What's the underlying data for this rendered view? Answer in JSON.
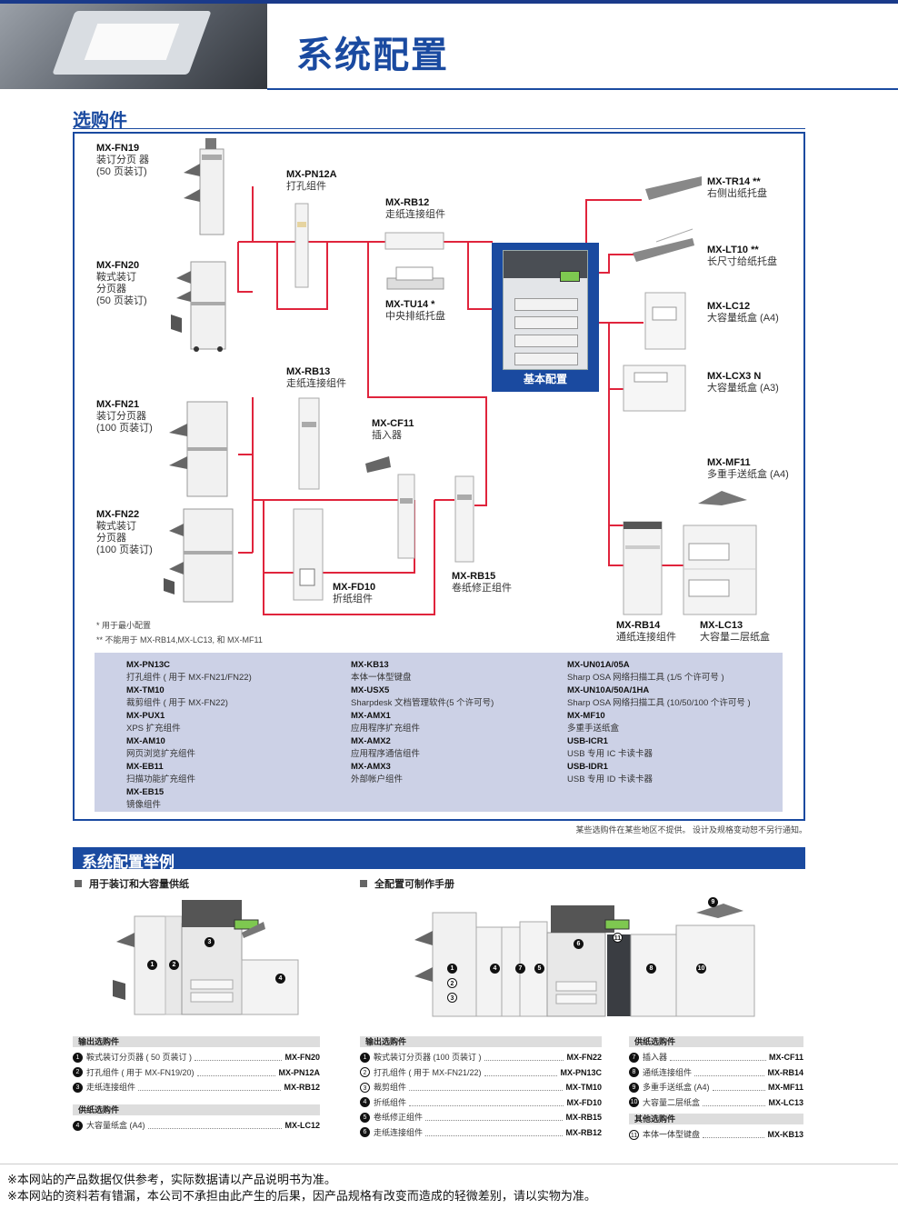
{
  "page_title": "系统配置",
  "section_options": "选购件",
  "base_config": "基本配置",
  "options": [
    {
      "code": "MX-FN19",
      "desc": "装订分页 器\n(50 页装订)"
    },
    {
      "code": "MX-PN12A",
      "desc": "打孔组件"
    },
    {
      "code": "MX-RB12",
      "desc": "走纸连接组件"
    },
    {
      "code": "MX-TU14 *",
      "desc": "中央排纸托盘"
    },
    {
      "code": "MX-FN20",
      "desc": "鞍式装订\n分页器\n(50 页装订)"
    },
    {
      "code": "MX-RB13",
      "desc": "走纸连接组件"
    },
    {
      "code": "MX-FN21",
      "desc": "装订分页器\n(100 页装订)"
    },
    {
      "code": "MX-CF11",
      "desc": "插入器"
    },
    {
      "code": "MX-FN22",
      "desc": "鞍式装订\n分页器\n(100 页装订)"
    },
    {
      "code": "MX-FD10",
      "desc": "折纸组件"
    },
    {
      "code": "MX-RB15",
      "desc": "卷纸修正组件"
    },
    {
      "code": "MX-TR14 **",
      "desc": "右侧出纸托盘"
    },
    {
      "code": "MX-LT10 **",
      "desc": "长尺寸给纸托盘"
    },
    {
      "code": "MX-LC12",
      "desc": "大容量纸盒 (A4)"
    },
    {
      "code": "MX-LCX3 N",
      "desc": "大容量纸盒 (A3)"
    },
    {
      "code": "MX-MF11",
      "desc": "多重手送纸盒 (A4)"
    },
    {
      "code": "MX-RB14",
      "desc": "通纸连接组件"
    },
    {
      "code": "MX-LC13",
      "desc": "大容量二层纸盒"
    }
  ],
  "notes": [
    "* 用于最小配置",
    "** 不能用于 MX-RB14,MX-LC13, 和 MX-MF11"
  ],
  "accessories": {
    "col1": [
      {
        "code": "MX-PN13C",
        "desc": "打孔组件 ( 用于 MX-FN21/FN22)"
      },
      {
        "code": "MX-TM10",
        "desc": "裁剪组件 ( 用于 MX-FN22)"
      },
      {
        "code": "MX-PUX1",
        "desc": "XPS 扩充组件"
      },
      {
        "code": "MX-AM10",
        "desc": "网页浏览扩充组件"
      },
      {
        "code": "MX-EB11",
        "desc": "扫描功能扩充组件"
      },
      {
        "code": "MX-EB15",
        "desc": "镜像组件"
      }
    ],
    "col2": [
      {
        "code": "MX-KB13",
        "desc": "本体一体型键盘"
      },
      {
        "code": "MX-USX5",
        "desc": "Sharpdesk 文档管理软件(5 个许可号)"
      },
      {
        "code": "MX-AMX1",
        "desc": "应用程序扩充组件"
      },
      {
        "code": "MX-AMX2",
        "desc": "应用程序通信组件"
      },
      {
        "code": "MX-AMX3",
        "desc": "外部帐户组件"
      }
    ],
    "col3": [
      {
        "code": "MX-UN01A/05A",
        "desc": "Sharp OSA 网络扫描工具 (1/5 个许可号 )"
      },
      {
        "code": "MX-UN10A/50A/1HA",
        "desc": "Sharp OSA 网络扫描工具 (10/50/100 个许可号 )"
      },
      {
        "code": "MX-MF10",
        "desc": "多重手送纸盒"
      },
      {
        "code": "USB-ICR1",
        "desc": "USB 专用 IC 卡读卡器"
      },
      {
        "code": "USB-IDR1",
        "desc": "USB 专用 ID 卡读卡器"
      }
    ]
  },
  "region_disclaimer": "某些选购件在某些地区不提供。 设计及规格变动恕不另行通知。",
  "section_examples": "系统配置举例",
  "example1": {
    "title": "用于装订和大容量供纸",
    "groups": [
      {
        "heading": "输出选购件",
        "items": [
          {
            "n": "1",
            "label": "鞍式装订分页器 ( 50 页装订 )",
            "code": "MX-FN20"
          },
          {
            "n": "2",
            "label": "打孔组件 ( 用于 MX-FN19/20)",
            "code": "MX-PN12A"
          },
          {
            "n": "3",
            "label": "走纸连接组件",
            "code": "MX-RB12"
          }
        ]
      },
      {
        "heading": "供纸选购件",
        "items": [
          {
            "n": "4",
            "label": "大容量纸盒 (A4)",
            "code": "MX-LC12"
          }
        ]
      }
    ]
  },
  "example2": {
    "title": "全配置可制作手册",
    "groups": [
      {
        "heading": "输出选购件",
        "items": [
          {
            "n": "1",
            "label": "鞍式装订分页器 (100 页装订 )",
            "code": "MX-FN22"
          },
          {
            "n": "2",
            "label": "打孔组件 ( 用于 MX-FN21/22)",
            "code": "MX-PN13C",
            "outline": true
          },
          {
            "n": "3",
            "label": "裁剪组件",
            "code": "MX-TM10",
            "outline": true
          },
          {
            "n": "4",
            "label": "折纸组件",
            "code": "MX-FD10"
          },
          {
            "n": "5",
            "label": "卷纸修正组件",
            "code": "MX-RB15"
          },
          {
            "n": "6",
            "label": "走纸连接组件",
            "code": "MX-RB12"
          }
        ]
      },
      {
        "heading": "供纸选购件",
        "items": [
          {
            "n": "7",
            "label": "插入器",
            "code": "MX-CF11"
          },
          {
            "n": "8",
            "label": "通纸连接组件",
            "code": "MX-RB14"
          },
          {
            "n": "9",
            "label": "多重手送纸盒 (A4)",
            "code": "MX-MF11"
          },
          {
            "n": "10",
            "label": "大容量二层纸盒",
            "code": "MX-LC13"
          }
        ]
      },
      {
        "heading": "其他选购件",
        "items": [
          {
            "n": "11",
            "label": "本体一体型键盘",
            "code": "MX-KB13",
            "outline": true
          }
        ]
      }
    ]
  },
  "footer_notes": [
    "※本网站的产品数据仅供参考，实际数据请以产品说明书为准。",
    "※本网站的资料若有错漏，本公司不承担由此产生的后果，因产品规格有改变而造成的轻微差别，请以实物为准。"
  ]
}
